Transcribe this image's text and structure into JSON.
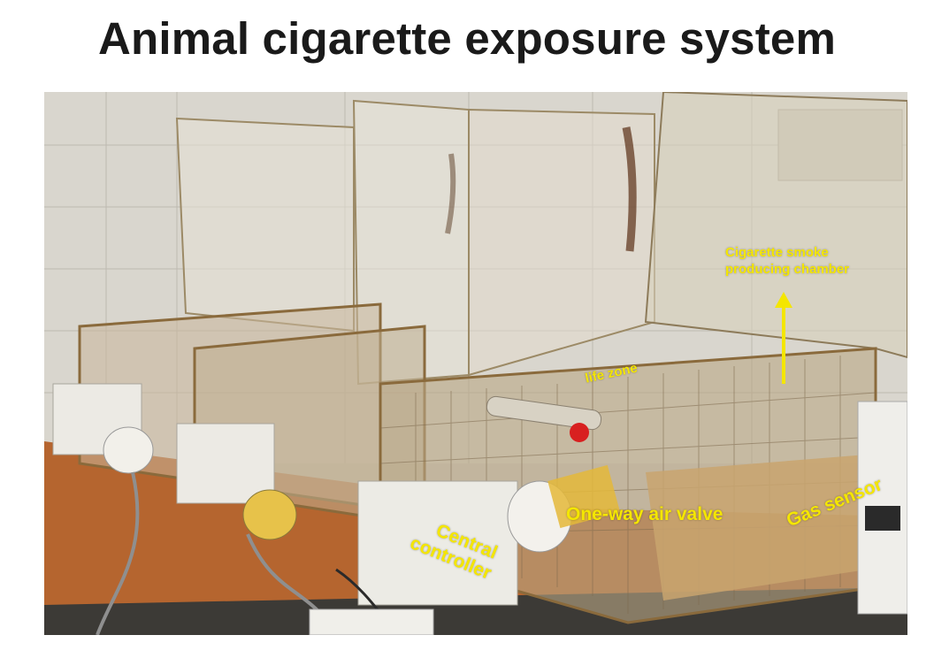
{
  "title": "Animal cigarette exposure system",
  "labels": {
    "smoke_chamber_line1": "Cigarette smoke",
    "smoke_chamber_line2": "producing chamber",
    "life_zone": "life zone",
    "central_controller_line1": "Central",
    "central_controller_line2": "controller",
    "one_way_valve": "One-way air valve",
    "gas_sensor": "Gas sensor"
  },
  "colors": {
    "label_yellow": "#f4e600",
    "title_text": "#1a1a1a"
  }
}
